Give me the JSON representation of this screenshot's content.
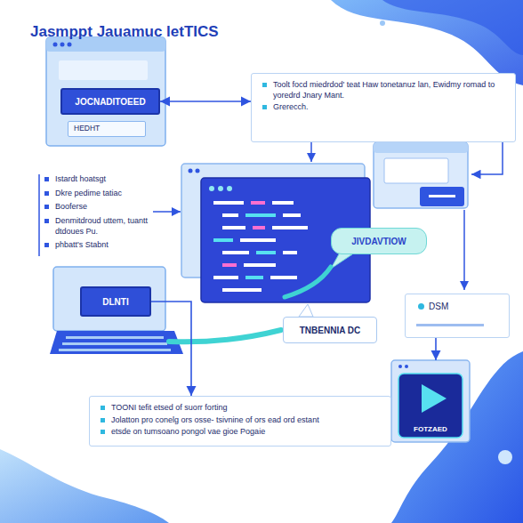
{
  "diagram": {
    "title": "Jasmppt Jauamuc letTICS",
    "nodes": [
      {
        "text": [
          "JOCNADITOEED"
        ]
      },
      {
        "text": [
          "HEDHT"
        ]
      },
      {
        "text": [
          "Toolt focd miedrdod' teat Haw tonetanuz lan, Ewidmy romad to yoredrd Jnary Mant.",
          "Grerecch."
        ]
      },
      {
        "text": [
          "JIVDAVTIOW"
        ]
      },
      {
        "text": [
          "DLNTI"
        ]
      },
      {
        "text": [
          "TNBENNIA DC"
        ]
      },
      {
        "text": [
          "DSM"
        ]
      },
      {
        "text": [
          "TOONI tefit etsed of suorr forting",
          "Jolatton pro conelg ors osse- tsivnine of ors ead ord estant",
          "etsde on tumsoano pongol vae gioe Pogaie"
        ]
      },
      {
        "text": [
          "FOTZAED"
        ]
      }
    ],
    "edges": [
      {
        "from": 0,
        "to": 2,
        "arrow": "both"
      },
      {
        "from": 4,
        "to": 7,
        "arrow": "to"
      },
      {
        "from": 6,
        "to": 8,
        "arrow": "to"
      }
    ],
    "labels": [
      "Istardt hoatsgt",
      "Dkre pedime tatiac",
      "Booferse",
      "Denmitdroud uttem, tuantt dtdoues Pu.",
      "phbatt's Stabnt"
    ]
  }
}
